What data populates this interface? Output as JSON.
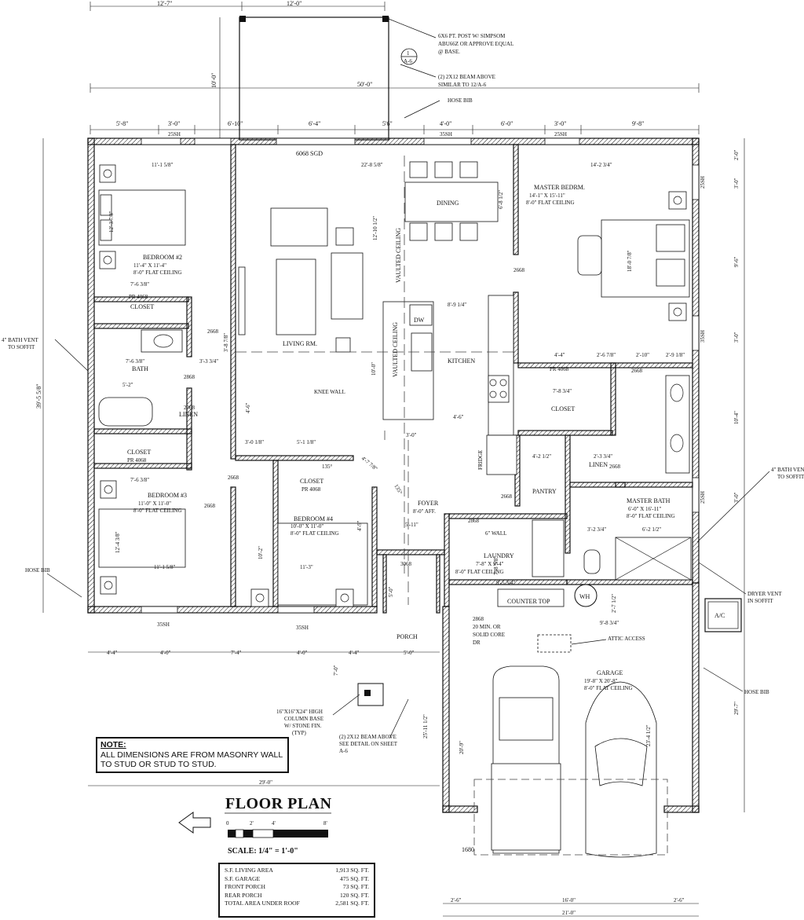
{
  "drawing": {
    "title": "FLOOR PLAN",
    "scale_label": "SCALE: 1/4\" = 1'-0\"",
    "scale_bar_ticks": [
      "0",
      "2'",
      "4'",
      "8'"
    ],
    "note": {
      "header": "NOTE:",
      "lines": [
        "ALL DIMENSIONS ARE FROM MASONRY WALL",
        "TO STUD OR STUD TO STUD."
      ]
    },
    "area_table": [
      {
        "label": "S.F. LIVING AREA",
        "value": "1,913",
        "unit": "SQ. FT."
      },
      {
        "label": "S.F. GARAGE",
        "value": "475",
        "unit": "SQ. FT."
      },
      {
        "label": "FRONT PORCH",
        "value": "73",
        "unit": "SQ. FT."
      },
      {
        "label": "REAR PORCH",
        "value": "120",
        "unit": "SQ. FT."
      },
      {
        "label": "TOTAL AREA UNDER ROOF",
        "value": "2,581",
        "unit": "SQ. FT."
      }
    ]
  },
  "rooms": {
    "bedroom2": {
      "name": "BEDROOM #2",
      "size": "11'-4\" X 11'-4\"",
      "ceiling": "8'-0\" FLAT CEILING"
    },
    "bedroom3": {
      "name": "BEDROOM #3",
      "size": "11'-0\" X 11'-0\"",
      "ceiling": "8'-0\" FLAT CEILING"
    },
    "bedroom4": {
      "name": "BEDROOM #4",
      "size": "10'-0\" X 11'-0\"",
      "ceiling": "8'-0\" FLAT CEILING"
    },
    "master": {
      "name": "MASTER BEDRM.",
      "size": "14'-1\" X 15'-11\"",
      "ceiling": "8'-0\" FLAT CEILING"
    },
    "master_bath": {
      "name": "MASTER BATH",
      "size": "6'-0\" X 16'-11\"",
      "ceiling": "8'-0\" FLAT CEILING"
    },
    "laundry": {
      "name": "LAUNDRY",
      "size": "7'-8\" X 9'-4\"",
      "ceiling": "8'-0\" FLAT CEILING"
    },
    "garage": {
      "name": "GARAGE",
      "size": "19'-8\" X 20'-8\"",
      "ceiling": "8'-0\" FLAT CEILING"
    },
    "foyer": {
      "name": "FOYER",
      "ceiling": "8'-0\" AFF."
    },
    "living": "LIVING RM.",
    "dining": "DINING",
    "kitchen": "KITCHEN",
    "bath": "BATH",
    "closet": "CLOSET",
    "linen": "LINEN",
    "pantry": "PANTRY",
    "porch": "PORCH",
    "counter_top": "COUNTER TOP",
    "wh": "WH",
    "ac": "A/C",
    "dw": "DW",
    "fridge": "FRIDGE",
    "vaulted_ceiling": "VAULTED CEILING",
    "knee_wall": "KNEE WALL",
    "wall_6": "6\" WALL",
    "sgd": "6068 SGD",
    "garage_door": "1680",
    "doors": {
      "d2668": "2668",
      "d2868": "2868",
      "d2068": "2068",
      "d3068": "3068",
      "pr4068": "PR 4068",
      "pr4068b": "PR 4068"
    },
    "windows": {
      "w25sh": "25SH",
      "w35sh": "35SH"
    }
  },
  "callouts": {
    "post": [
      "6X6 PT. POST W/ SIMPSOM",
      "ABU66Z OR APPROVE EQUAL",
      "@ BASE."
    ],
    "beam_rear": [
      "(2) 2X12 BEAM ABOVE",
      "SIMILAR TO 12/A-6"
    ],
    "hose_bib": "HOSE BIB",
    "bath_vent_left": [
      "4\" BATH VENT",
      "TO SOFFIT"
    ],
    "bath_vent_right": [
      "4\" BATH VENT",
      "TO SOFFIT"
    ],
    "dryer_vent": [
      "DRYER VENT",
      "IN SOFFIT"
    ],
    "attic": "ATTIC ACCESS",
    "column": [
      "16\"X16\"X24\" HIGH",
      "COLUMN BASE",
      "W/ STONE FIN.",
      "(TYP)"
    ],
    "beam_front": [
      "(2) 2X12 BEAM ABOVE",
      "SEE DETAIL ON SHEET",
      "A-6"
    ],
    "section_tag": {
      "top": "1",
      "bottom": "A-6"
    },
    "garage_door_note": [
      "2868",
      "20 MIN. OR",
      "SOLID CORE",
      "DR"
    ]
  },
  "dimensions": {
    "top_row1": [
      "12'-7\"",
      "12'-0\""
    ],
    "rear_porch_depth": "10'-0\"",
    "overall_width": "50'-0\"",
    "top_row3": [
      "5'-8\"",
      "3'-0\"",
      "6'-10\"",
      "6'-4\"",
      "5'6\"",
      "4'-0\"",
      "6'-0\"",
      "3'-0\"",
      "9'-8\""
    ],
    "left_overall": "39'-5 5/8\"",
    "bottom_row": [
      "4'-4\"",
      "4'-0\"",
      "7'-4\"",
      "4'-0\"",
      "4'-4\"",
      "5'-0\""
    ],
    "left_bottom": "29'-0\"",
    "garage_bottom": [
      "2'-6\"",
      "16'-0\"",
      "2'-6\""
    ],
    "garage_overall": "21'-0\"",
    "right_side": [
      "2'-0\"",
      "3'-0\"",
      "9'-6\"",
      "3'-0\"",
      "10'-4\"",
      "3'-0\"",
      "29'-7\""
    ],
    "interior": {
      "b2_width": "11'-1 5/8\"",
      "living_width": "22'-8 5/8\"",
      "master_width": "14'-2 3/4\"",
      "b2_depth": "12'-3 7/8\"",
      "dining_h": "12'-10 1/2\"",
      "dining_c": "6'-8 1/2\"",
      "master_d": "18'-0 7/8\"",
      "closet_w": "7'-6 3/8\"",
      "hall_w": "3'-3 3/4\"",
      "bath_w": "7'-6 3/8\"",
      "tub": "5'-2\"",
      "kitchen_w": "8'-9 1/4\"",
      "kitchen_d": "10'-0\"",
      "living_d": "3'-8 7/8\"",
      "island": "4'-6\"",
      "counter": "3'-0\"",
      "pr_w1": "4'-4\"",
      "pr_w2": "2'-6 7/8\"",
      "pr_w3": "2'-10\"",
      "pr_w4": "2'-9 1/8\"",
      "mcl_w": "7'-8 3/4\"",
      "hall_a": "5'-1 1/8\"",
      "hall_b": "3'-0 1/8\"",
      "b3_w": "7'-6 3/8\"",
      "b3_d": "12'-4 3/8\"",
      "b3_w2": "11'-1 5/8\"",
      "b4_w": "11'-3\"",
      "b4_d": "10'-2\"",
      "b4_c": "4'-9\"",
      "ang1": "4'-7 7/8\"",
      "ang2": "135°",
      "ang3": "135°",
      "foyer_w": "5'-11\"",
      "pantry_w": "4'-2 1/2\"",
      "linen_w": "2'-3 3/4\"",
      "mb_w": "3'-2 3/4\"",
      "mb_w2": "6'-2 1/2\"",
      "laundry_w": "9'-5 3/4\"",
      "laundry_d": "7'-8 5/8\"",
      "wh": "2'-7 1/2\"",
      "wh_w": "9'-8 3/4\"",
      "porch_d": "5'-0\"",
      "porch_d2": "7'-0\"",
      "garage_d1": "25'-11 1/2\"",
      "garage_d2": "20'-9\"",
      "garage_d3": "23'-4 1/2\""
    }
  }
}
